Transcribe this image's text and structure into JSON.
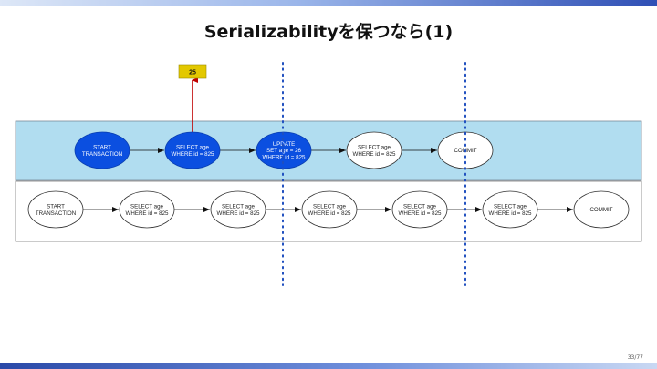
{
  "slide": {
    "title": "Serializabilityを保つなら(1)",
    "page_number": "33/77"
  },
  "colors": {
    "accent_blue": "#0b4fe0",
    "lane_bg": "#b1ddf0",
    "result_box": "#e3c800",
    "arrow_red": "#c00000",
    "divider_blue": "#1f4fbf"
  },
  "result": {
    "value": "25"
  },
  "top_lane": {
    "nodes": [
      {
        "lines": [
          "START",
          "TRANSACTION"
        ],
        "filled": true
      },
      {
        "lines": [
          "SELECT age",
          "WHERE id = 825"
        ],
        "filled": true
      },
      {
        "lines": [
          "UPDATE",
          "SET age = 26",
          "WHERE id = 825"
        ],
        "filled": true
      },
      {
        "lines": [
          "SELECT age",
          "WHERE id = 825"
        ],
        "filled": false
      },
      {
        "lines": [
          "COMMIT"
        ],
        "filled": false
      }
    ]
  },
  "bottom_lane": {
    "nodes": [
      {
        "lines": [
          "START",
          "TRANSACTION"
        ]
      },
      {
        "lines": [
          "SELECT age",
          "WHERE id = 825"
        ]
      },
      {
        "lines": [
          "SELECT age",
          "WHERE id = 825"
        ]
      },
      {
        "lines": [
          "SELECT age",
          "WHERE id = 825"
        ]
      },
      {
        "lines": [
          "SELECT age",
          "WHERE id = 825"
        ]
      },
      {
        "lines": [
          "SELECT age",
          "WHERE id = 825"
        ]
      },
      {
        "lines": [
          "COMMIT"
        ]
      }
    ]
  }
}
